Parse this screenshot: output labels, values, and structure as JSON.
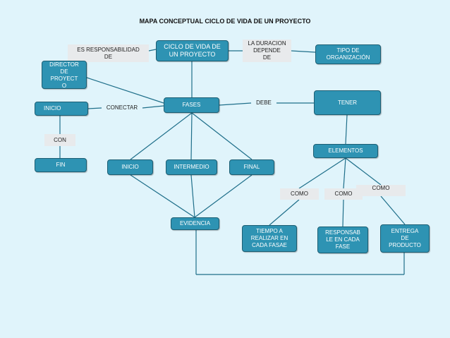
{
  "title": "MAPA CONCEPTUAL CICLO DE VIDA DE UN PROYECTO",
  "colors": {
    "node_fill": "#2e93b3",
    "node_border": "#1c5e73",
    "label_fill": "#e8eaec",
    "line": "#1f6f8a",
    "background": "#e0f4fb"
  },
  "nodes": {
    "ciclo": "CICLO DE VIDA DE\nUN PROYECTO",
    "es_responsabilidad": "ES RESPONSABILIDAD\nDE",
    "director": "DIRECTOR\nDE\nPROYECT\nO",
    "duracion": "LA DURACION\nDEPENDE\nDE",
    "tipo": "TIPO DE\nORGANIZACIÓN",
    "inicio_left": "INICIO",
    "conectar": "CONECTAR",
    "fases": "FASES",
    "debe": "DEBE",
    "tener": "TENER",
    "con": "CON",
    "fin": "FIN",
    "elementos": "ELEMENTOS",
    "inicio": "INICIO",
    "intermedio": "INTERMEDIO",
    "final": "FINAL",
    "como1": "COMO",
    "como2": "COMO",
    "como3": "COMO",
    "evidencia": "EVIDENCIA",
    "tiempo": "TIEMPO A\nREALIZAR EN\nCADA FASAE",
    "responsable": "RESPONSAB\nLE EN CADA\nFASE",
    "entrega": "ENTREGA\nDE\nPRODUCTO"
  }
}
